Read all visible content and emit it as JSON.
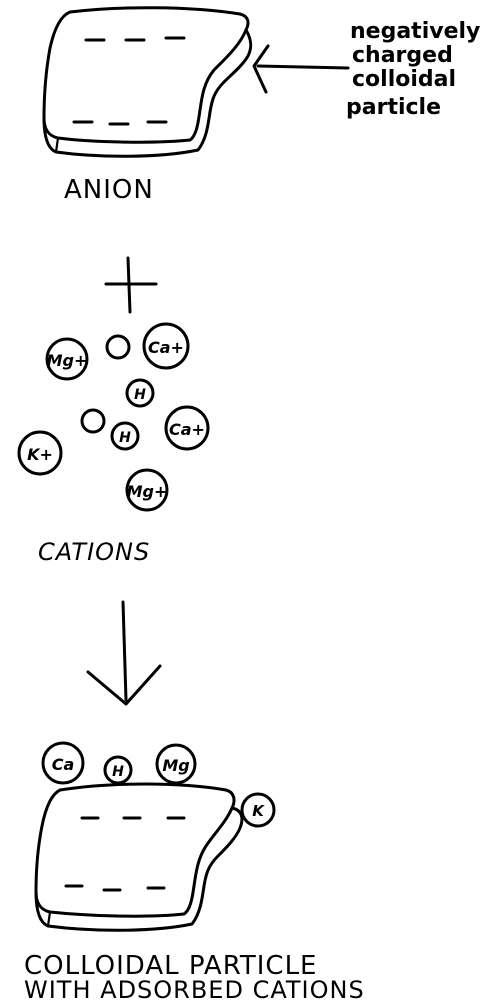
{
  "anion": {
    "caption": "ANION",
    "callout_lines": [
      "negatively",
      "charged",
      "colloidal",
      "particle"
    ]
  },
  "plus_symbol": "+",
  "cations": {
    "caption": "CATIONS",
    "ions": [
      {
        "label": "Mg+"
      },
      {
        "label": ""
      },
      {
        "label": "Ca+"
      },
      {
        "label": "H"
      },
      {
        "label": "K+"
      },
      {
        "label": ""
      },
      {
        "label": "H"
      },
      {
        "label": "Ca+"
      },
      {
        "label": "Mg+"
      }
    ]
  },
  "result": {
    "adsorbed_ions": [
      {
        "label": "Ca"
      },
      {
        "label": "H"
      },
      {
        "label": "Mg"
      },
      {
        "label": "K"
      }
    ],
    "caption_lines": [
      "COLLOIDAL PARTICLE",
      "WITH ADSORBED CATIONS"
    ]
  }
}
